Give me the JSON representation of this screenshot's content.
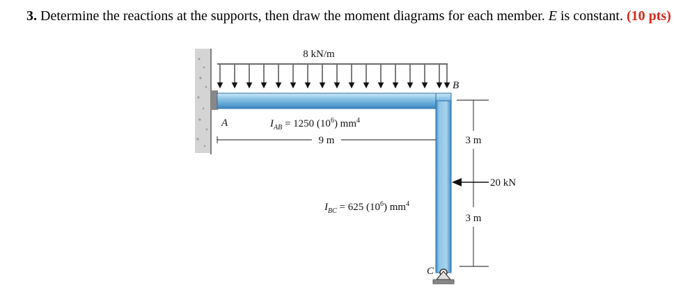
{
  "problem": {
    "number": "3.",
    "text_part1": " Determine the reactions at the supports, then draw the moment diagrams for each member. ",
    "E": "E",
    "text_part2": " is constant. ",
    "points": "(10 pts)"
  },
  "figure": {
    "load_label": "8 kN/m",
    "label_A": "A",
    "label_B": "B",
    "label_C": "C",
    "span_label": "9 m",
    "IAB": {
      "I": "I",
      "sub": "AB",
      "rest": " = 1250 (10",
      "exp": "6",
      "rest2": ") mm",
      "pow": "4"
    },
    "IBC": {
      "I": "I",
      "sub": "BC",
      "rest": " = 625 (10",
      "exp": "6",
      "rest2": ") mm",
      "pow": "4"
    },
    "dim_upper": "3 m",
    "dim_lower": "3 m",
    "force_label": "20 kN"
  },
  "colors": {
    "member_fill": "#8ec5e6",
    "member_dark": "#3b88c4",
    "member_light": "#cfe8f7",
    "points_red": "#d9281c",
    "wall": "#c9c9c9"
  }
}
